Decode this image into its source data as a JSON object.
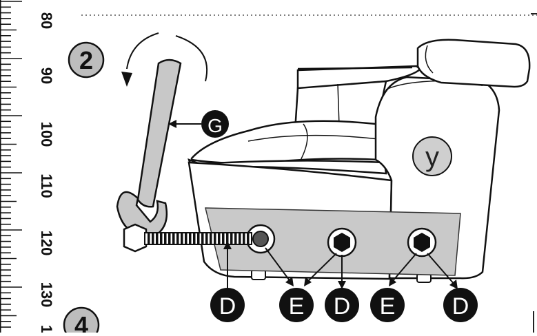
{
  "ruler": {
    "marks": [
      "80",
      "90",
      "100",
      "110",
      "120",
      "130",
      "1"
    ]
  },
  "steps": {
    "current": "2",
    "next": "4"
  },
  "tool_label": "G",
  "part_label": "y",
  "callouts": {
    "bolt_d": "D",
    "left_e": "E",
    "mid_d": "D",
    "right_e": "E",
    "far_d": "D"
  },
  "colors": {
    "panel_gray": "#c9c9c9",
    "wrench_gray": "#c8c8c8",
    "callout_black": "#111111",
    "step_circle": "#bdbdbd",
    "line": "#1a1a1a"
  }
}
